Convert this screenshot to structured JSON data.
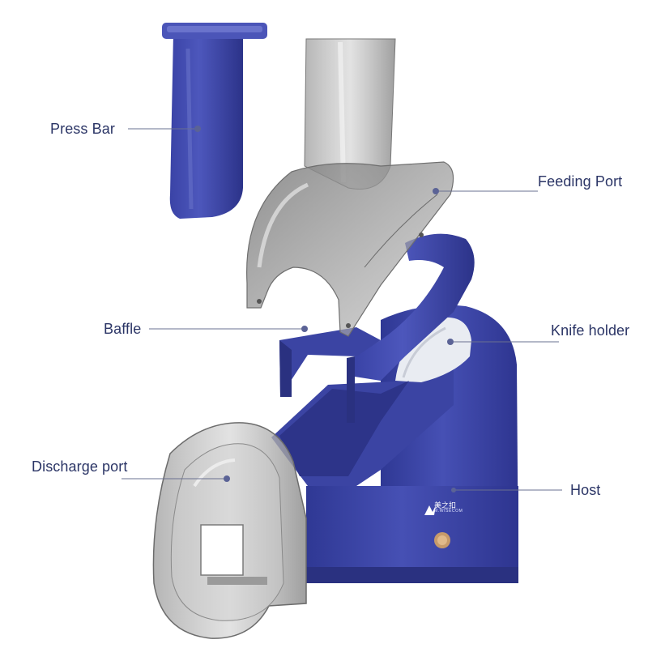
{
  "labels": {
    "press_bar": "Press Bar",
    "feeding_port": "Feeding Port",
    "baffle": "Baffle",
    "knife_holder": "Knife holder",
    "discharge_port": "Discharge port",
    "host": "Host"
  },
  "brand": {
    "name": "美之扣",
    "tagline": "M.WISECOM"
  },
  "colors": {
    "body_blue": "#3f47a8",
    "label_text": "#2b3566",
    "clear_plastic": "#9a9a9a",
    "leader_line": "#6a7090"
  }
}
